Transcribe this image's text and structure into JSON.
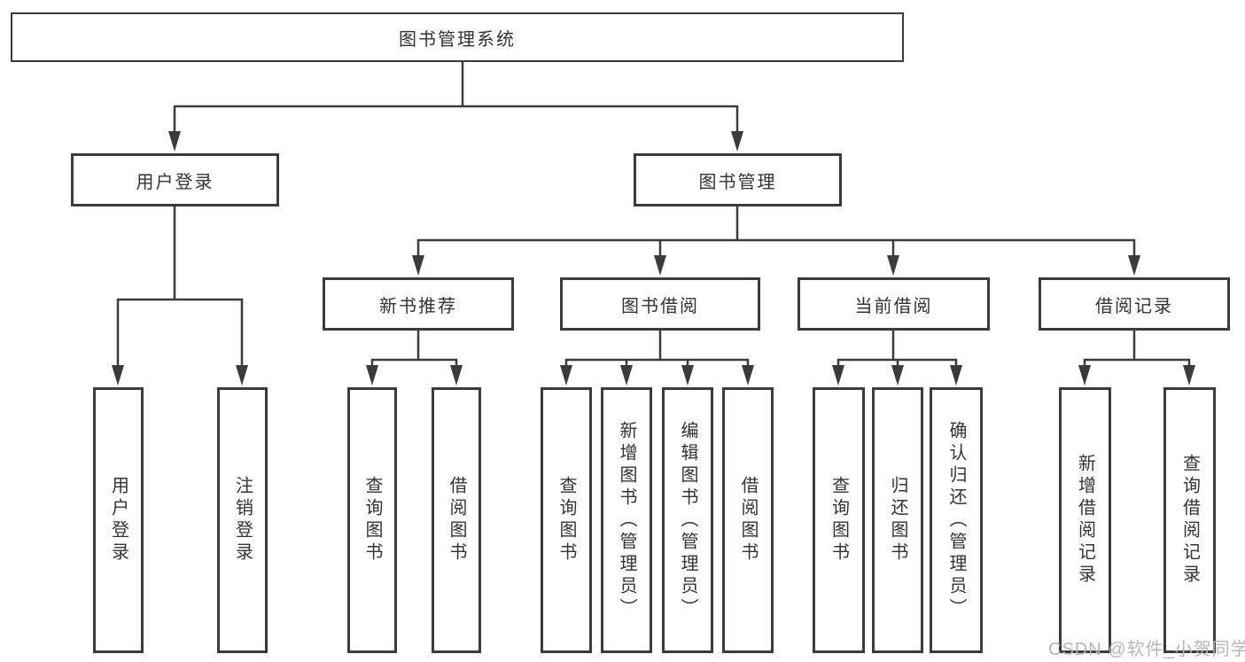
{
  "diagram_title": "图书管理系统",
  "tree": {
    "label": "图书管理系统",
    "children": [
      {
        "label": "用户登录",
        "children": [
          {
            "label": "用户登录"
          },
          {
            "label": "注销登录"
          }
        ]
      },
      {
        "label": "图书管理",
        "children": [
          {
            "label": "新书推荐",
            "children": [
              {
                "label": "查询图书"
              },
              {
                "label": "借阅图书"
              }
            ]
          },
          {
            "label": "图书借阅",
            "children": [
              {
                "label": "查询图书"
              },
              {
                "label": "新增图书（管理员）"
              },
              {
                "label": "编辑图书（管理员）"
              },
              {
                "label": "借阅图书"
              }
            ]
          },
          {
            "label": "当前借阅",
            "children": [
              {
                "label": "查询图书"
              },
              {
                "label": "归还图书"
              },
              {
                "label": "确认归还（管理员）"
              }
            ]
          },
          {
            "label": "借阅记录",
            "children": [
              {
                "label": "新增借阅记录"
              },
              {
                "label": "查询借阅记录"
              }
            ]
          }
        ]
      }
    ]
  },
  "watermark": {
    "text": "CSDN @软件_小贺同学"
  },
  "colors": {
    "line": "#3b3b3b",
    "box_border": "#3b3b3b",
    "text": "#333333",
    "watermark": "#b9b5b5",
    "background": "#ffffff"
  }
}
